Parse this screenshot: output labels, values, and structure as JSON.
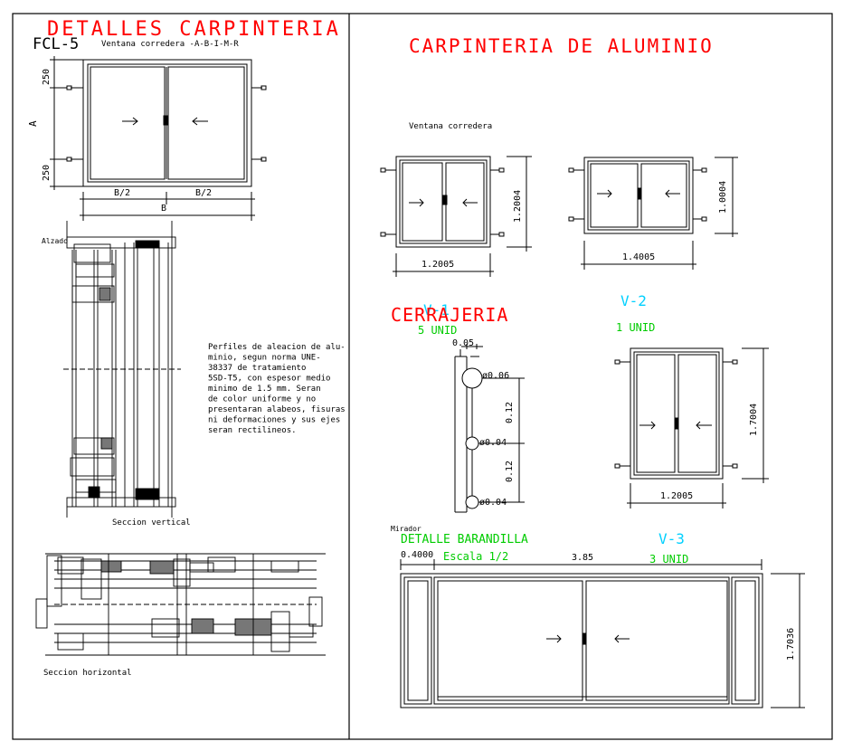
{
  "colors": {
    "ink": "#000000",
    "red": "#ff0000",
    "cyan": "#00d0ff",
    "green": "#00cc00",
    "paper": "#ffffff"
  },
  "left": {
    "title": "DETALLES CARPINTERIA",
    "code": "FCL-5",
    "subtitle": "Ventana corredera -A-B-I-M-R",
    "dim_250_top": "250",
    "dim_250_bottom": "250",
    "dim_a": "A",
    "dim_b2_left": "B/2",
    "dim_b2_right": "B/2",
    "dim_b": "B",
    "alzado": "Alzado",
    "seccion_vertical": "Seccion vertical",
    "seccion_horizontal": "Seccion horizontal",
    "note_lines": [
      "Perfiles de aleacion de alu-",
      "minio, segun norma UNE-",
      "38337 de tratamiento",
      "5SD-T5, con espesor medio",
      "minimo de 1.5 mm. Seran",
      "de color uniforme y no",
      "presentaran alabeos, fisuras",
      "ni deformaciones y sus ejes",
      "seran rectilineos."
    ]
  },
  "right": {
    "title": "CARPINTERIA  DE  ALUMINIO",
    "ventana_label": "Ventana corredera",
    "win1": {
      "height": "1.2004",
      "width": "1.2005"
    },
    "win2": {
      "height": "1.0004",
      "width": "1.4005"
    },
    "v1": {
      "code": "V-1",
      "units": "5 UNID"
    },
    "v2": {
      "code": "V-2",
      "units": "1 UNID",
      "height": "1.7004",
      "width": "1.2005"
    },
    "cerrajeria": "CERRAJERIA",
    "railing": {
      "top": "0.05",
      "d1": "ø0.06",
      "gap1": "0.12",
      "d2": "ø0.04",
      "gap2": "0.12",
      "d3": "ø0.04"
    },
    "mirador": "Mirador",
    "detalle_barandilla": "DETALLE BARANDILLA",
    "escala": "Escala 1/2",
    "v3": {
      "code": "V-3",
      "units": "3 UNID",
      "side_width": "0.4000",
      "width": "3.85",
      "height": "1.7036"
    }
  }
}
